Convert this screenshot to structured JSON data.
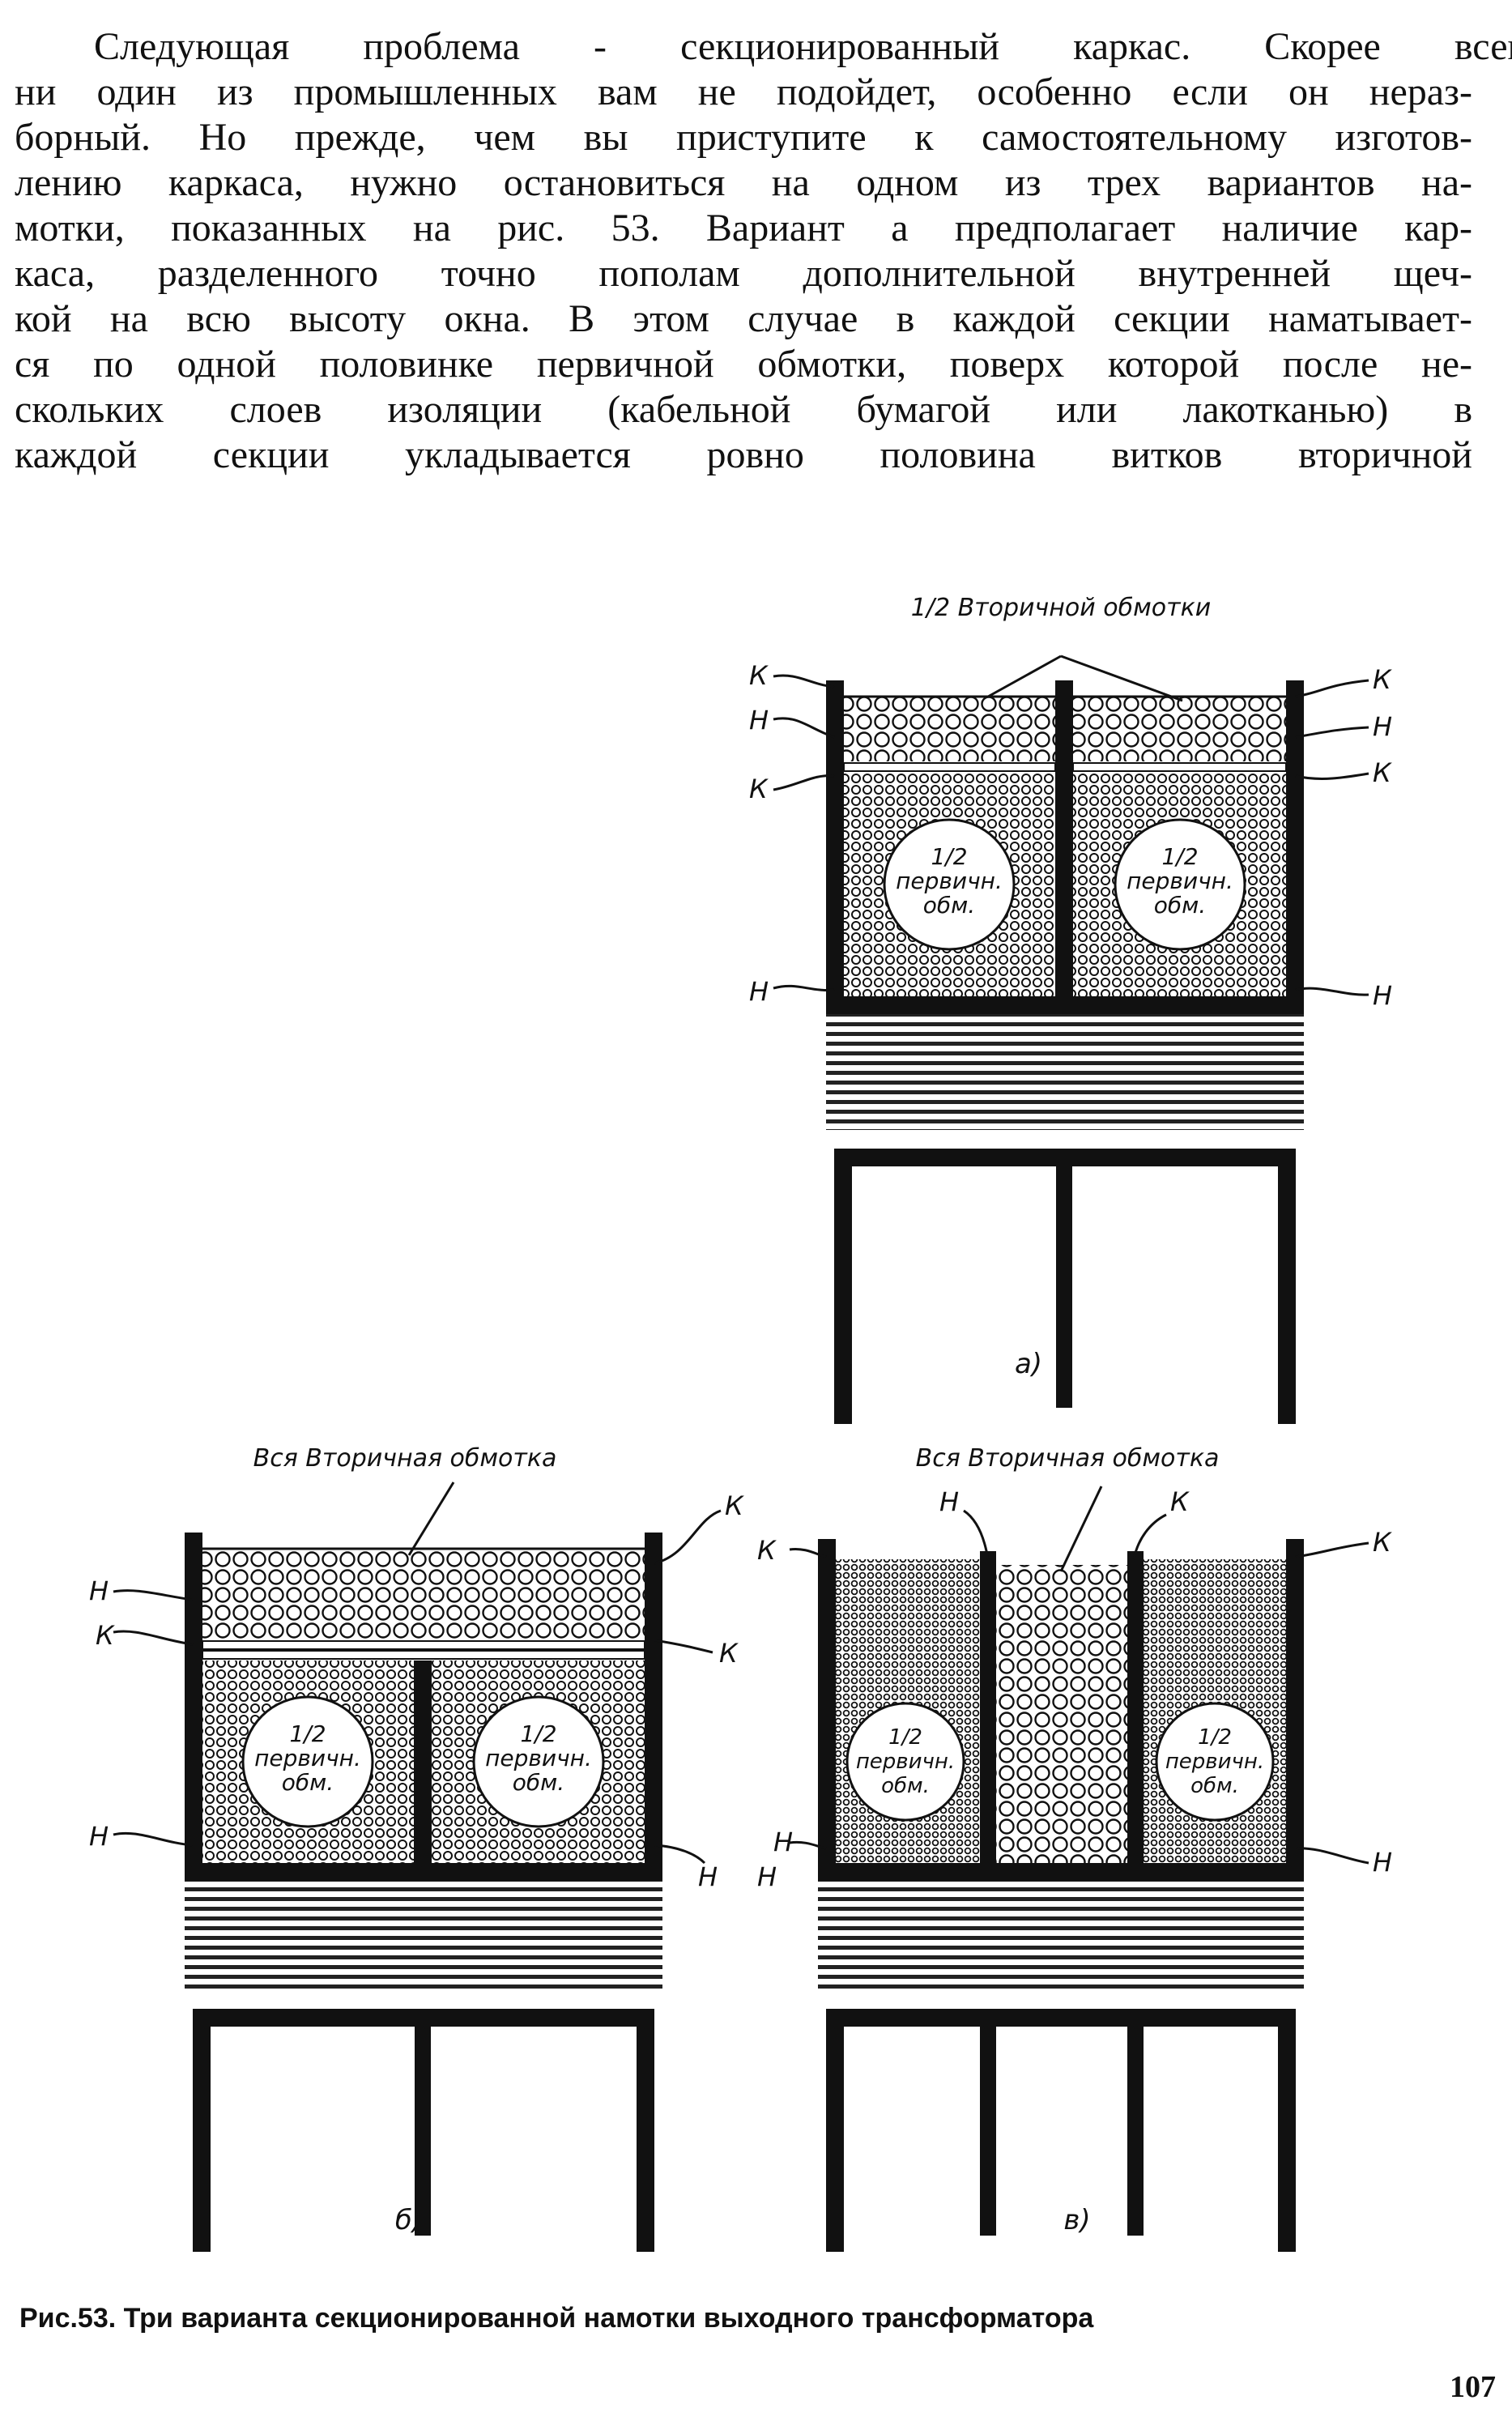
{
  "body_text": {
    "lines": [
      "Следующая проблема - секционированный каркас. Скорее всего,",
      "ни один из промышленных вам не подойдет, особенно если он нераз-",
      "борный. Но прежде, чем вы приступите к самостоятельному изготов-",
      "лению каркаса, нужно остановиться на одном из трех вариантов на-",
      "мотки, показанных на рис. 53. Вариант а предполагает наличие кар-",
      "каса, разделенного точно пополам дополнительной внутренней щеч-",
      "кой на всю высоту окна. В этом случае в каждой секции наматывает-",
      "ся по одной половинке первичной обмотки, поверх которой после не-",
      "скольких слоев изоляции (кабельной бумагой или лакотканью) в",
      "каждой секции укладывается ровно половина витков вторичной"
    ]
  },
  "figure": {
    "a": {
      "callout": "1/2 Вторичной обмотки",
      "left_terminals": [
        "К",
        "Н",
        "К",
        "Н"
      ],
      "right_terminals": [
        "К",
        "Н",
        "К",
        "Н"
      ],
      "primary_label": [
        "1/2",
        "первичн.",
        "обм."
      ],
      "sublabel": "а)"
    },
    "b": {
      "callout": "Вся Вторичная обмотка",
      "left_terminals": [
        "Н",
        "К",
        "Н"
      ],
      "right_terminals": [
        "К",
        "К",
        "Н"
      ],
      "primary_label": [
        "1/2",
        "первичн.",
        "обм."
      ],
      "sublabel": "б)"
    },
    "c": {
      "callout": "Вся Вторичная обмотка",
      "top_terminals": [
        "Н",
        "К"
      ],
      "left_terminals": [
        "К",
        "Н",
        "Н"
      ],
      "right_terminals": [
        "К",
        "Н"
      ],
      "primary_label": [
        "1/2",
        "первичн.",
        "обм."
      ],
      "sublabel": "в)"
    }
  },
  "caption": "Рис.53. Три варианта секционированной намотки выходного трансформатора",
  "page_number": "107"
}
